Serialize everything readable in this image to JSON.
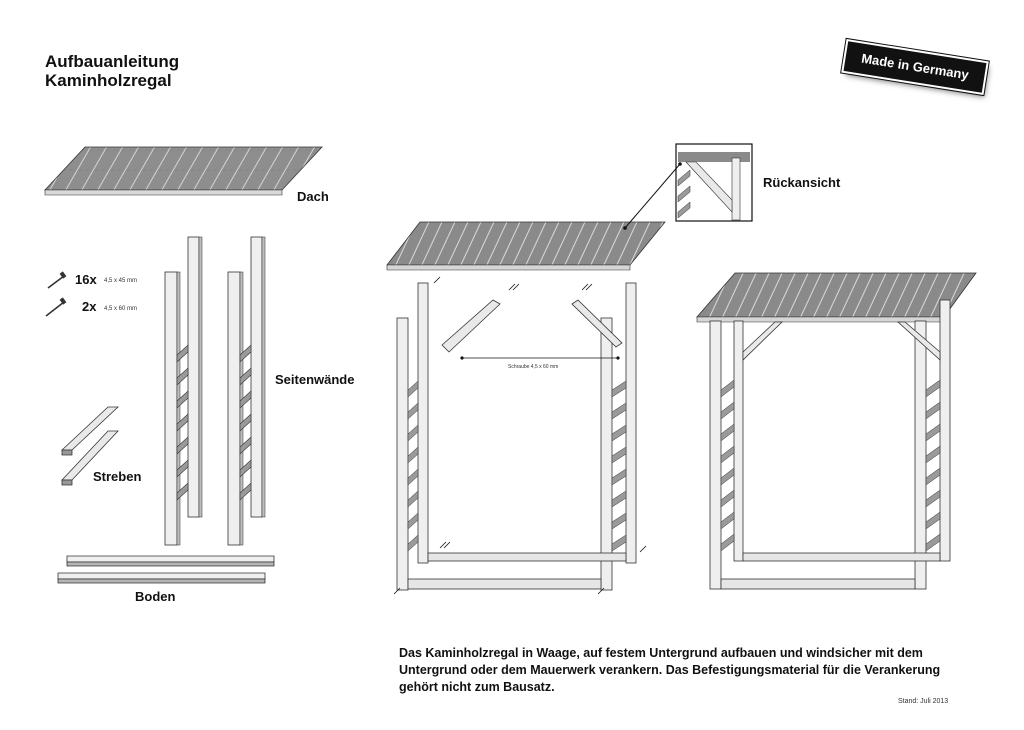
{
  "title": {
    "line1": "Aufbauanleitung",
    "line2": "Kaminholzregal"
  },
  "badge": "Made in Germany",
  "labels": {
    "dach": "Dach",
    "seitenwaende": "Seitenwände",
    "streben": "Streben",
    "boden": "Boden",
    "rueckansicht": "Rückansicht"
  },
  "screws": [
    {
      "qty": "16x",
      "spec": "4,5 x 45 mm"
    },
    {
      "qty": "2x",
      "spec": "4,5 x 60 mm"
    }
  ],
  "screw_callout": "Schraube 4,5 x 60 mm",
  "note": "Das Kaminholzregal in Waage, auf festem Untergrund aufbauen und windsicher mit dem Untergrund oder dem Mauerwerk verankern. Das Befestigungsmaterial für die Verankerung gehört nicht zum Bausatz.",
  "stand": "Stand: Juli 2013",
  "colors": {
    "wood_top": "#8a8a8a",
    "wood_light": "#e6e6e6",
    "ink": "#111111"
  }
}
